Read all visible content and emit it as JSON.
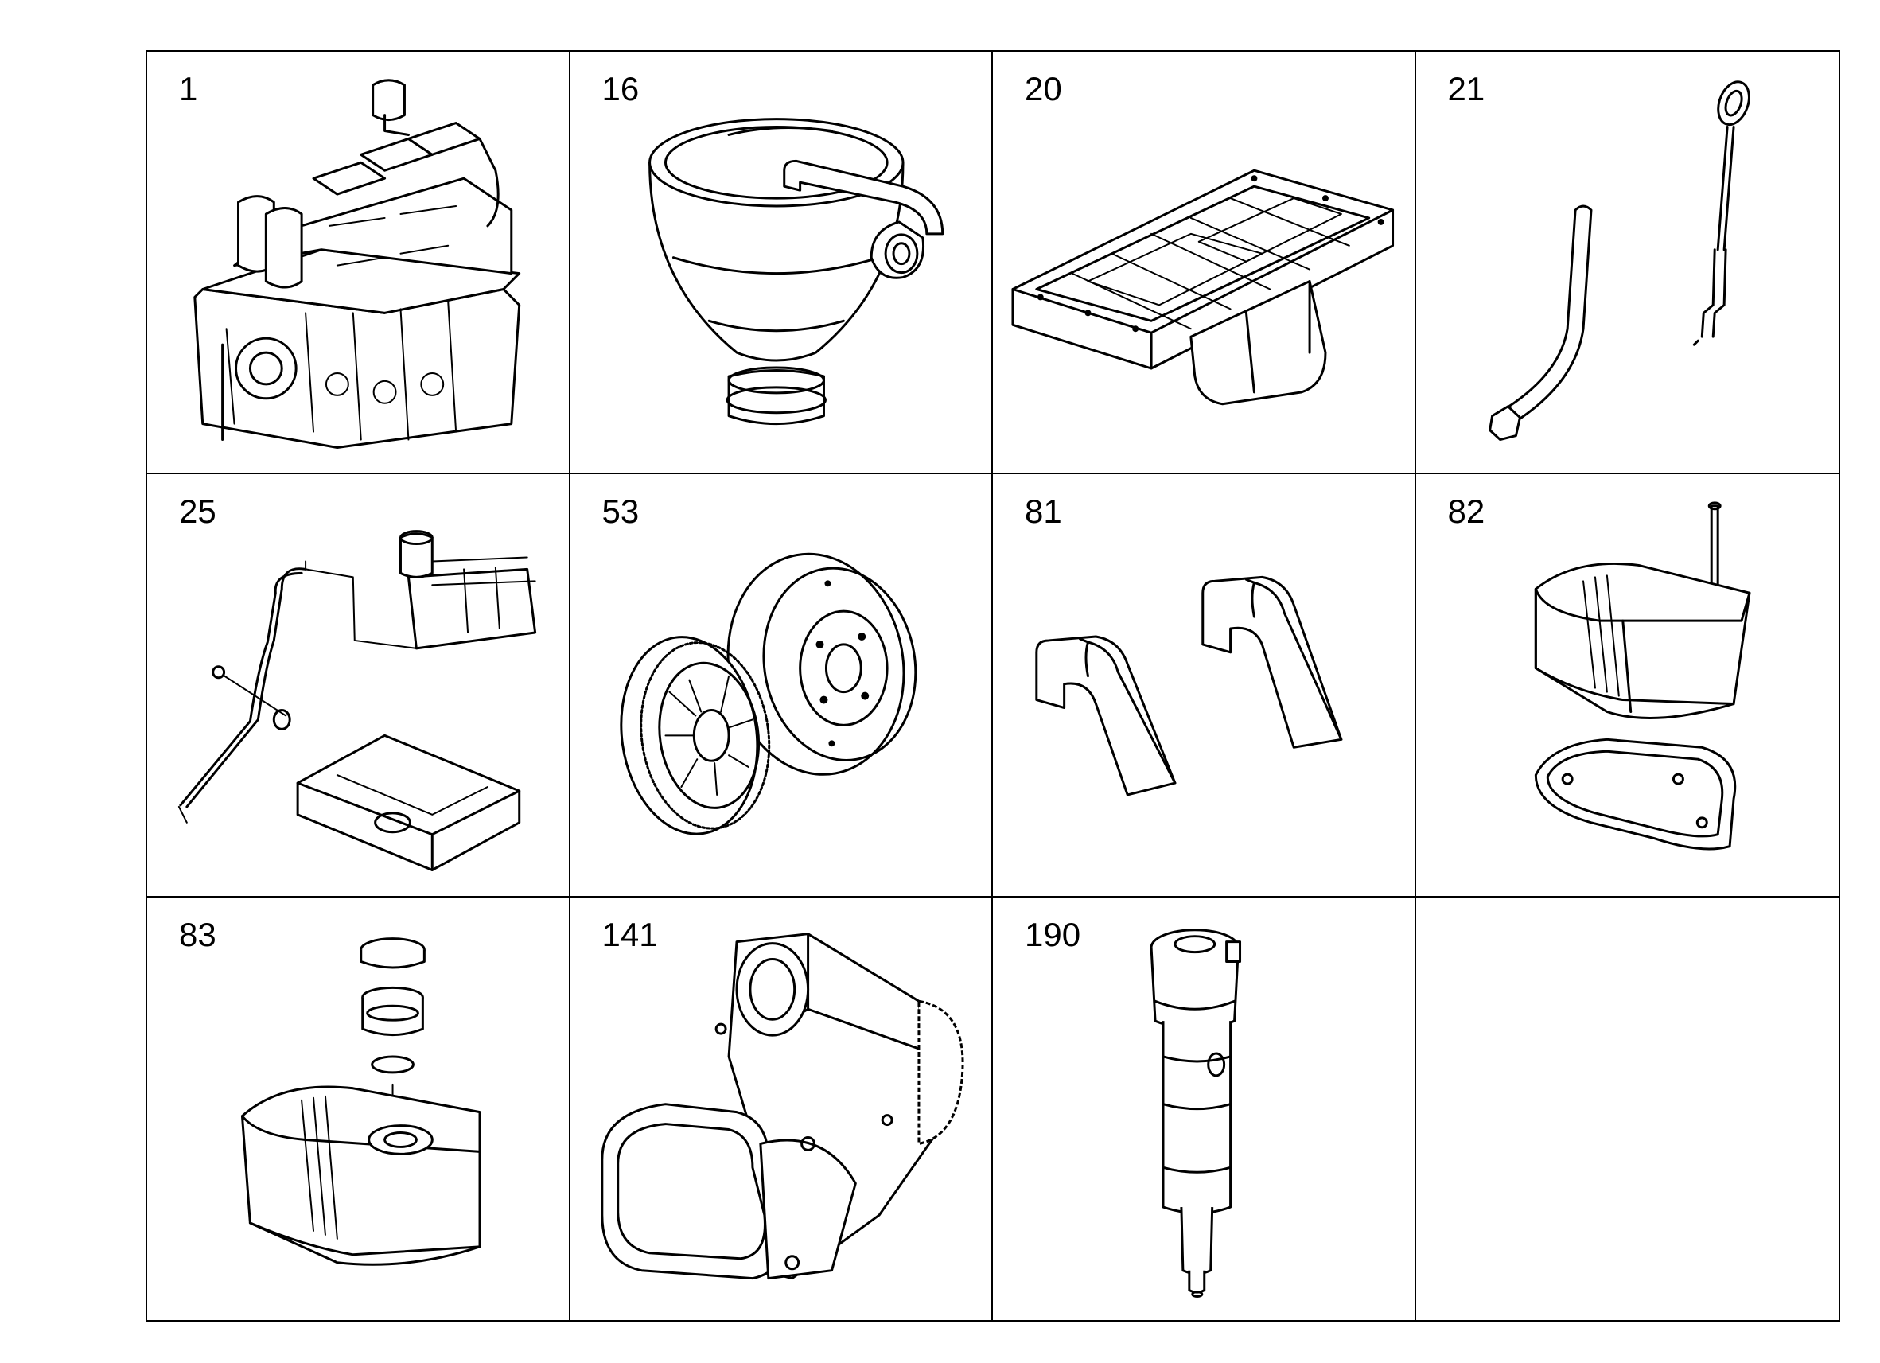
{
  "parts": [
    {
      "number": "1",
      "icon": "engine-block-icon"
    },
    {
      "number": "16",
      "icon": "oil-separator-icon"
    },
    {
      "number": "20",
      "icon": "oil-pan-frame-icon"
    },
    {
      "number": "21",
      "icon": "dipstick-and-tube-icon"
    },
    {
      "number": "25",
      "icon": "oil-line-assembly-icon"
    },
    {
      "number": "53",
      "icon": "vibration-damper-pulley-icon"
    },
    {
      "number": "81",
      "icon": "bearing-cap-icon"
    },
    {
      "number": "82",
      "icon": "valve-cover-gasket-icon"
    },
    {
      "number": "83",
      "icon": "valve-cover-filler-cap-icon"
    },
    {
      "number": "141",
      "icon": "oil-pump-housing-icon"
    },
    {
      "number": "190",
      "icon": "fuel-injector-icon"
    },
    {
      "number": "",
      "icon": ""
    }
  ]
}
